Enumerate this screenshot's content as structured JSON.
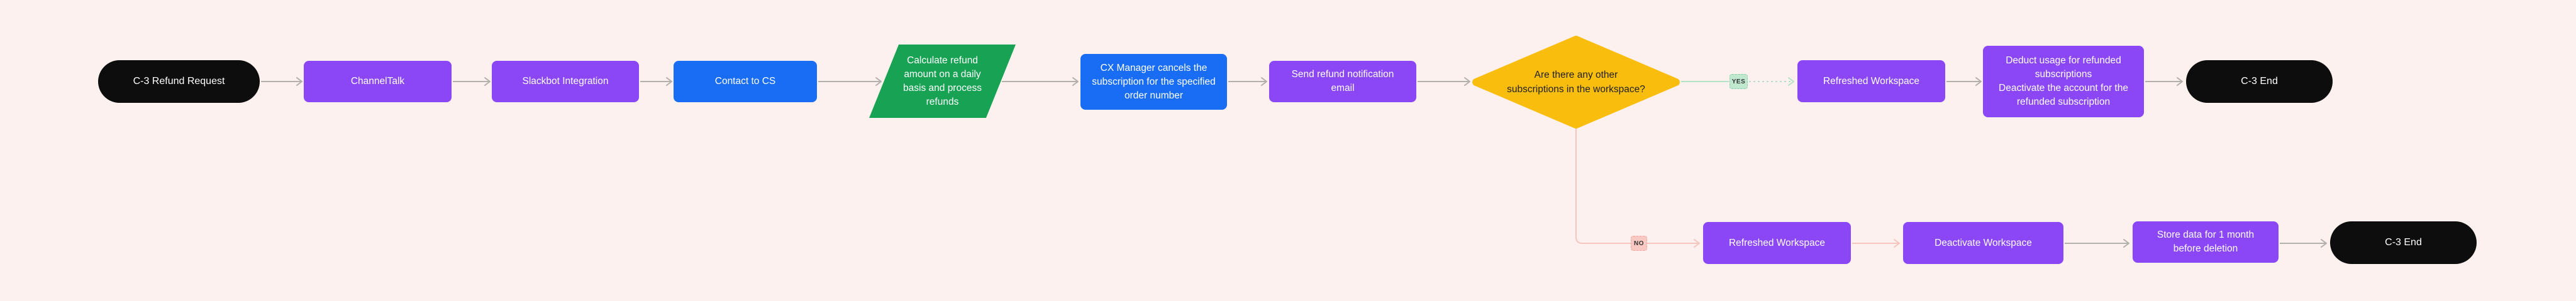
{
  "diagram": {
    "nodes": {
      "refund_request": {
        "label": "C-3 Refund Request",
        "shape": "terminator"
      },
      "channeltalk": {
        "label": "ChannelTalk",
        "shape": "process"
      },
      "slackbot": {
        "label": "Slackbot Integration",
        "shape": "process"
      },
      "contact_cs": {
        "label": "Contact to CS",
        "shape": "process"
      },
      "calculate_refund": {
        "label": "Calculate refund amount on a daily basis and process refunds",
        "shape": "parallelogram"
      },
      "cx_manager": {
        "label": "CX Manager cancels the subscription for the specified order number",
        "shape": "process"
      },
      "send_email": {
        "label": "Send refund notification email",
        "shape": "process"
      },
      "decision": {
        "label": "Are there any other subscriptions in the workspace?",
        "shape": "decision"
      },
      "refreshed_yes": {
        "label": "Refreshed Workspace",
        "shape": "process"
      },
      "deduct_usage": {
        "label": "Deduct usage for refunded subscriptions\nDeactivate the account for the refunded subscription",
        "shape": "process"
      },
      "end_yes": {
        "label": "C-3 End",
        "shape": "terminator"
      },
      "refreshed_no": {
        "label": "Refreshed Workspace",
        "shape": "process"
      },
      "deactivate": {
        "label": "Deactivate Workspace",
        "shape": "process"
      },
      "store_data": {
        "label": "Store data for 1 month before deletion",
        "shape": "process"
      },
      "end_no": {
        "label": "C-3 End",
        "shape": "terminator"
      }
    },
    "edge_labels": {
      "yes": "YES",
      "no": "NO"
    },
    "theme": {
      "bg": "#fdf1ef",
      "purple": "#8b46f6",
      "blue": "#186df4",
      "green": "#17a353",
      "yellow": "#f9bd0d",
      "black": "#0d0d0d",
      "gray-line": "#b3afac",
      "pink-line": "#f5c5c0",
      "mint-line": "#b5e2c7",
      "yes-badge-bg": "#bfe8cf",
      "no-badge-bg": "#f8c8c3",
      "node-text": "#ffffff",
      "dark-text": "#1f1f1f"
    }
  }
}
